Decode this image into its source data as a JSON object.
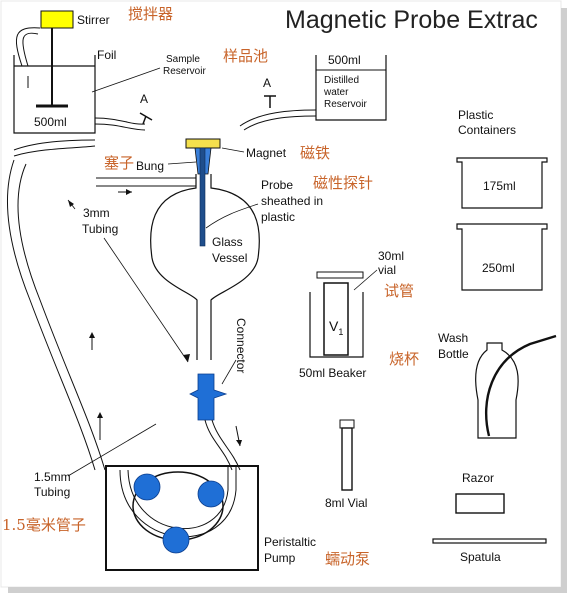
{
  "title": "Magnetic Probe Extrac",
  "labels": {
    "stirrer": "Stirrer",
    "foil": "Foil",
    "sample_reservoir_line1": "Sample",
    "sample_reservoir_line2": "Reservoir",
    "reservoir_volume": "500ml",
    "valve_a_left": "A",
    "valve_a_right": "A",
    "distilled_volume": "500ml",
    "distilled_line1": "Distilled",
    "distilled_line2": "water",
    "distilled_line3": "Reservoir",
    "bung": "Bung",
    "magnet": "Magnet",
    "probe_line1": "Probe",
    "probe_line2": "sheathed in",
    "probe_line3": "plastic",
    "tubing3_line1": "3mm",
    "tubing3_line2": "Tubing",
    "glass_line1": "Glass",
    "glass_line2": "Vessel",
    "connector": "Connector",
    "plastic_line1": "Plastic",
    "plastic_line2": "Containers",
    "container_175": "175ml",
    "container_250": "250ml",
    "vial30_line1": "30ml",
    "vial30_line2": "vial",
    "v1": "V",
    "v1_sub": "1",
    "beaker": "50ml Beaker",
    "wash_line1": "Wash",
    "wash_line2": "Bottle",
    "tubing15_line1": "1.5mm",
    "tubing15_line2": "Tubing",
    "vial8": "8ml Vial",
    "razor": "Razor",
    "spatula": "Spatula",
    "pump_line1": "Peristaltic",
    "pump_line2": "Pump"
  },
  "chinese": {
    "stirrer": "搅拌器",
    "sample_cell": "样品池",
    "bung": "塞子",
    "magnet": "磁铁",
    "magnetic_probe": "磁性探针",
    "test_tube": "试管",
    "beaker": "烧杯",
    "tubing": "1.5毫米管子",
    "pump": "蠕动泵"
  },
  "colors": {
    "stirrer_box": "#ffff00",
    "magnet": "#f4e04d",
    "probe": "#1f4e8c",
    "connector": "#1f6fd6",
    "rollers": "#1f6fd6",
    "chinese_text": "#c8642a"
  }
}
